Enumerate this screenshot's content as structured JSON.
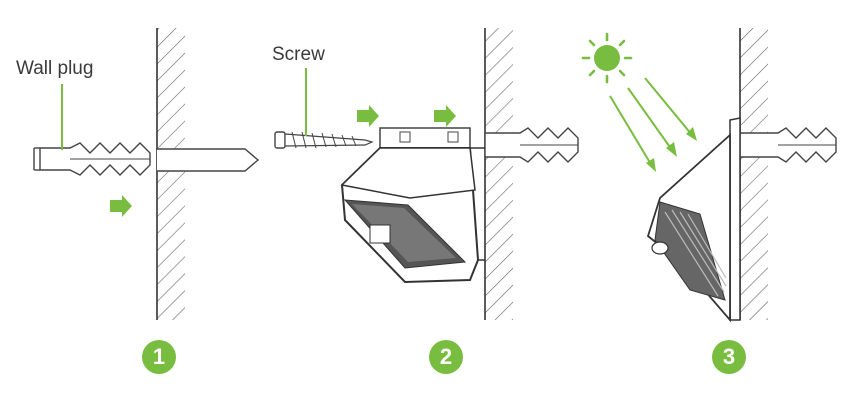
{
  "labels": {
    "wall_plug": "Wall plug",
    "screw": "Screw"
  },
  "steps": [
    {
      "number": "1"
    },
    {
      "number": "2"
    },
    {
      "number": "3"
    }
  ],
  "colors": {
    "accent": "#78bd3f",
    "line": "#3a3a3a",
    "light": "#b8e08e",
    "fill_dark": "#444444"
  }
}
